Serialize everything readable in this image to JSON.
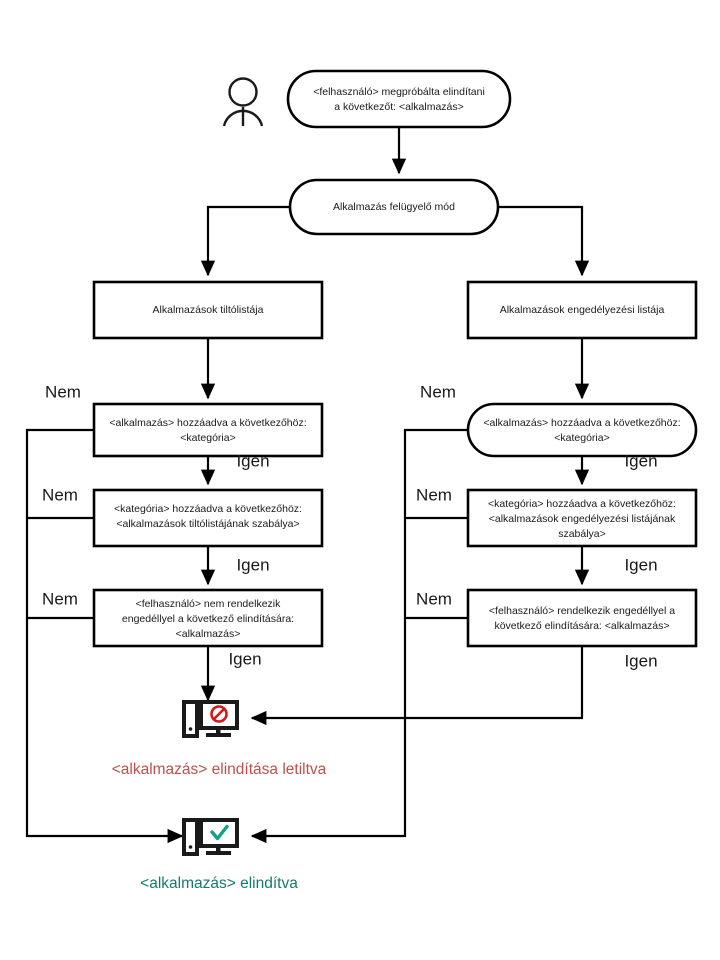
{
  "diagram": {
    "title": "Application control mode flowchart",
    "language": "hu",
    "colors": {
      "stroke": "#000000",
      "text": "#1a1a1a",
      "blocked": "#c0504d",
      "started": "#16796f",
      "background": "#ffffff"
    },
    "actor": {
      "icon": "user-icon"
    },
    "nodes": {
      "start": {
        "shape": "stadium",
        "lines": [
          "<felhasználó> megpróbálta elindítani",
          "a következőt: <alkalmazás>"
        ]
      },
      "mode": {
        "shape": "stadium",
        "lines": [
          "Alkalmazás felügyelő mód"
        ]
      },
      "denylist": {
        "shape": "rect",
        "lines": [
          "Alkalmazások tiltólistája"
        ]
      },
      "allowlist": {
        "shape": "rect",
        "lines": [
          "Alkalmazások engedélyezési listája"
        ]
      },
      "deny_app_in_category": {
        "shape": "rect",
        "lines": [
          "<alkalmazás> hozzáadva a következőhöz:",
          "<kategória>"
        ]
      },
      "allow_app_in_category": {
        "shape": "stadium",
        "lines": [
          "<alkalmazás> hozzáadva a következőhöz:",
          "<kategória>"
        ]
      },
      "deny_category_in_rule": {
        "shape": "rect",
        "lines": [
          "<kategória> hozzáadva a következőhöz:",
          "<alkalmazások tiltólistájának szabálya>"
        ]
      },
      "allow_category_in_rule": {
        "shape": "rect",
        "lines": [
          "<kategória> hozzáadva a következőhöz:",
          "<alkalmazások engedélyezési listájának",
          "szabálya>"
        ]
      },
      "deny_user_no_permission": {
        "shape": "rect",
        "lines": [
          "<felhasználó> nem rendelkezik",
          "engedéllyel a következő elindítására:",
          "<alkalmazás>"
        ]
      },
      "allow_user_has_permission": {
        "shape": "rect",
        "lines": [
          "<felhasználó> rendelkezik engedéllyel a",
          "következő elindítására: <alkalmazás>"
        ]
      }
    },
    "branch_labels": {
      "no": "Nem",
      "yes": "Igen"
    },
    "branches": {
      "left_no": [
        "Nem",
        "Nem",
        "Nem"
      ],
      "left_yes": [
        "Igen",
        "Igen",
        "Igen"
      ],
      "right_no": [
        "Nem",
        "Nem",
        "Nem"
      ],
      "right_yes": [
        "Igen",
        "Igen",
        "Igen"
      ]
    },
    "outcomes": {
      "blocked": {
        "icon": "monitor-blocked-icon",
        "label_app": "<alkalmazás>",
        "label_rest": " elindítása letiltva",
        "label_full": "<alkalmazás>  elindítása letiltva",
        "color": "#c0504d"
      },
      "started": {
        "icon": "monitor-allowed-icon",
        "label_app": "<alkalmazás>",
        "label_rest": " elindítva",
        "label_full": "<alkalmazás>  elindítva",
        "color": "#16796f"
      }
    }
  }
}
